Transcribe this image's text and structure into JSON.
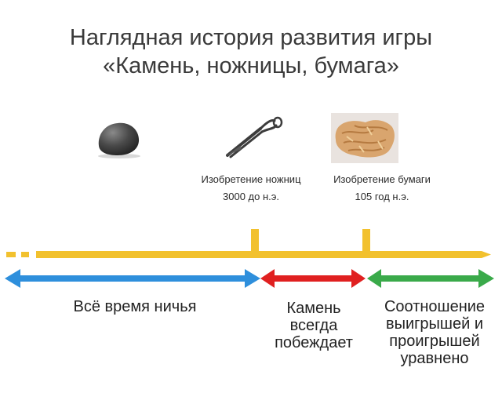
{
  "title": {
    "line1": "Наглядная история развития игры",
    "line2": "«Камень, ножницы, бумага»"
  },
  "items": [
    {
      "icon": "rock-image"
    },
    {
      "icon": "scissors-image",
      "caption_line1": "Изобретение ножниц",
      "caption_line2": "3000 до н.э."
    },
    {
      "icon": "paper-image",
      "caption_line1": "Изобретение бумаги",
      "caption_line2": "105 год н.э."
    }
  ],
  "periods": [
    {
      "lines": [
        "Всё время ничья"
      ],
      "color": "#2e8fdc"
    },
    {
      "lines": [
        "Камень",
        "всегда",
        "побеждает"
      ],
      "color": "#e02020"
    },
    {
      "lines": [
        "Соотношение",
        "выигрышей и",
        "проигрышей",
        "уравнено"
      ],
      "color": "#3aaa4a"
    }
  ],
  "colors": {
    "timeline": "#f2c12e"
  }
}
